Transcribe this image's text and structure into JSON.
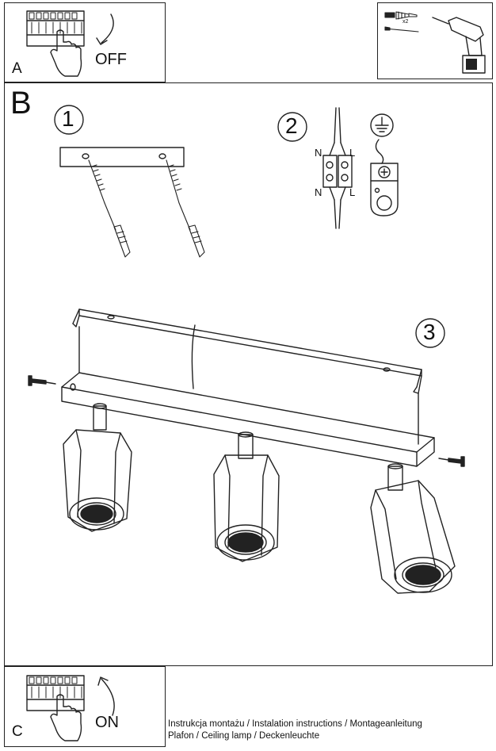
{
  "panels": {
    "a_label": "A",
    "b_label": "B",
    "c_label": "C"
  },
  "switch": {
    "off_label": "OFF",
    "on_label": "ON"
  },
  "tools": {
    "screws_qty": "x2"
  },
  "steps": {
    "step1": "1",
    "step2": "2",
    "step3": "3"
  },
  "wiring": {
    "n_top": "N",
    "l_top": "L",
    "n_bottom": "N",
    "l_bottom": "L"
  },
  "footer": {
    "line1": "Instrukcja montażu / Instalation instructions / Montageanleitung",
    "line2": "Plafon / Ceiling lamp / Deckenleuchte"
  }
}
